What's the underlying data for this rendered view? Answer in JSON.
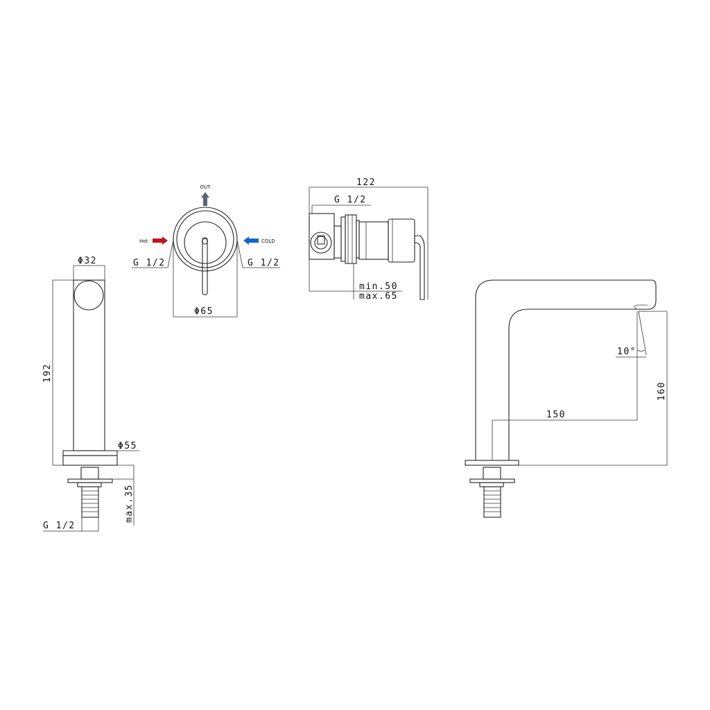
{
  "labels": {
    "spout_front_diameter": "Φ32",
    "spout_height": "192",
    "base_diameter": "Φ55",
    "spout_thread": "G 1/2",
    "deck_thickness": "max.35",
    "out": "OUT",
    "hot": "Hot",
    "cold": "COLD",
    "hot_thread": "G 1/2",
    "cold_thread": "G 1/2",
    "plate_diameter": "Φ65",
    "valve_depth": "122",
    "valve_thread": "G 1/2",
    "wall_min": "min.50",
    "wall_max": "max.65",
    "angle": "10°",
    "reach": "150",
    "side_height": "160"
  },
  "colors": {
    "hot_arrow": "#c0141b",
    "cold_arrow": "#1464c8",
    "out_arrow": "#5a6472",
    "line": "#222222"
  }
}
